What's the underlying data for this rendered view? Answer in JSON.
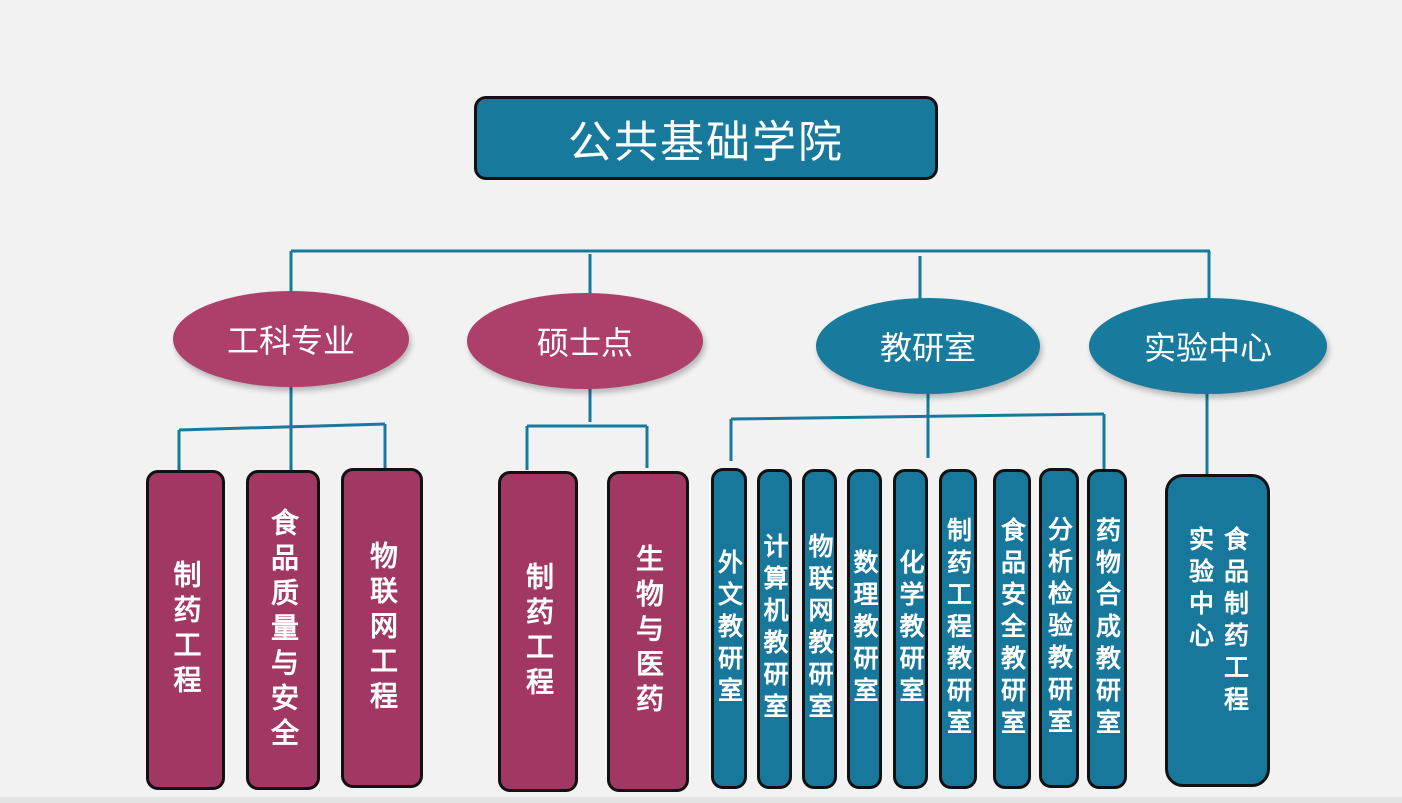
{
  "root": {
    "label": "公共基础学院"
  },
  "categories": [
    {
      "label": "工科专业",
      "color": "#ad3f6b"
    },
    {
      "label": "硕士点",
      "color": "#ad3f6b"
    },
    {
      "label": "教研室",
      "color": "#187a9c"
    },
    {
      "label": "实验中心",
      "color": "#187a9c"
    }
  ],
  "majors": [
    "制药工程",
    "食品质量与安全",
    "物联网工程"
  ],
  "masters": [
    "制药工程",
    "生物与医药"
  ],
  "offices": [
    "外文教研室",
    "计算机教研室",
    "物联网教研室",
    "数理教研室",
    "化学教研室",
    "制药工程教研室",
    "食品安全教研室",
    "分析检验教研室",
    "药物合成教研室"
  ],
  "lab_center": [
    "食品制药工程实验中心"
  ],
  "colors": {
    "blue": "#177a9c",
    "magenta": "#a13763",
    "background": "#f2f2f2",
    "connector": "#177a9c"
  }
}
